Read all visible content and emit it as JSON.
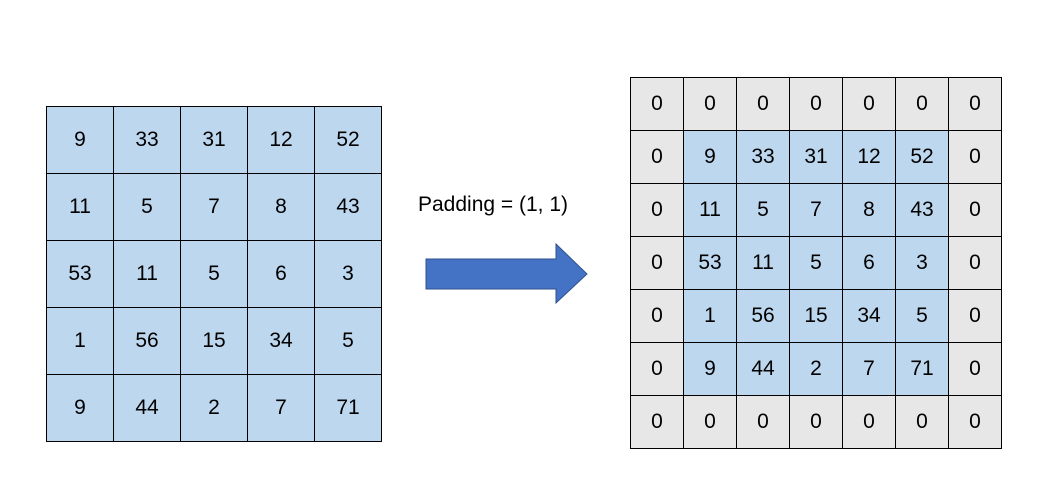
{
  "colors": {
    "value_cell": "#bdd7ee",
    "padding_cell": "#e7e7e7",
    "arrow_fill": "#4472c4",
    "arrow_stroke": "#2f528f"
  },
  "operation_label": "Padding = (1, 1)",
  "input_matrix": [
    [
      "9",
      "33",
      "31",
      "12",
      "52"
    ],
    [
      "11",
      "5",
      "7",
      "8",
      "43"
    ],
    [
      "53",
      "11",
      "5",
      "6",
      "3"
    ],
    [
      "1",
      "56",
      "15",
      "34",
      "5"
    ],
    [
      "9",
      "44",
      "2",
      "7",
      "71"
    ]
  ],
  "output_matrix": [
    [
      "0",
      "0",
      "0",
      "0",
      "0",
      "0",
      "0"
    ],
    [
      "0",
      "9",
      "33",
      "31",
      "12",
      "52",
      "0"
    ],
    [
      "0",
      "11",
      "5",
      "7",
      "8",
      "43",
      "0"
    ],
    [
      "0",
      "53",
      "11",
      "5",
      "6",
      "3",
      "0"
    ],
    [
      "0",
      "1",
      "56",
      "15",
      "34",
      "5",
      "0"
    ],
    [
      "0",
      "9",
      "44",
      "2",
      "7",
      "71",
      "0"
    ],
    [
      "0",
      "0",
      "0",
      "0",
      "0",
      "0",
      "0"
    ]
  ]
}
